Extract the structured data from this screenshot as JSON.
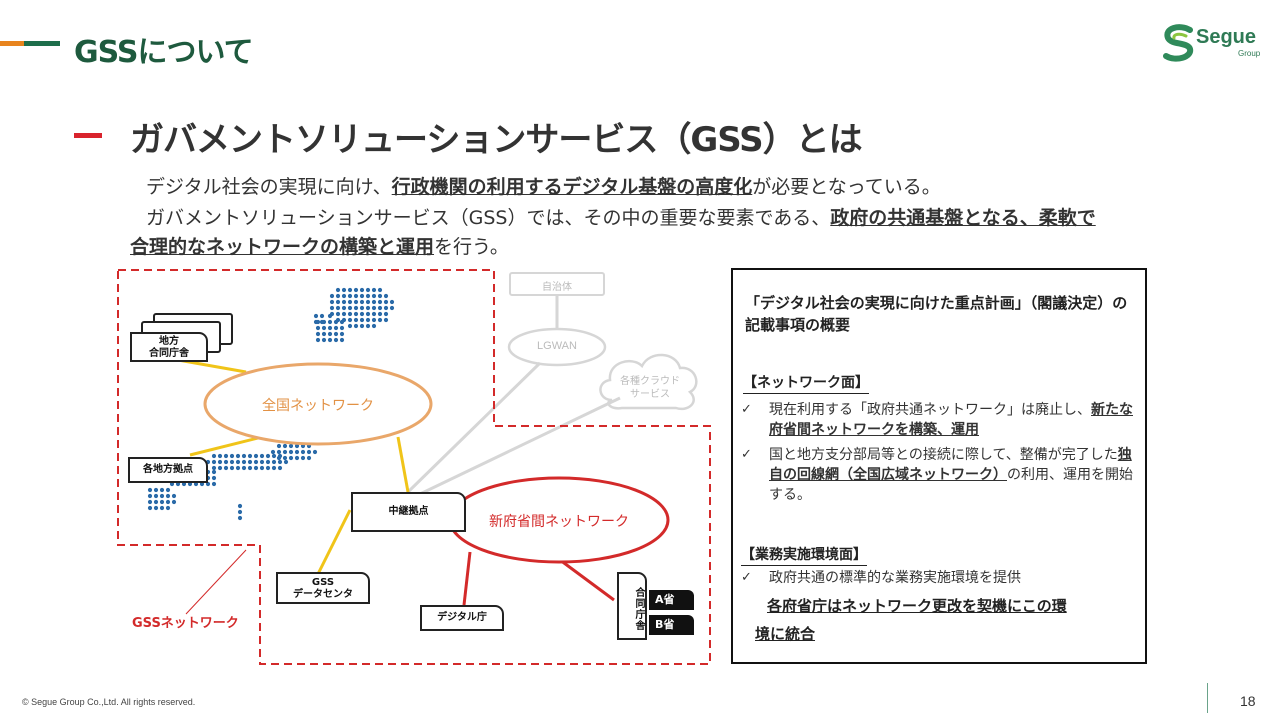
{
  "header": {
    "title": "GSSについて",
    "logo_text": "Segue",
    "logo_sub": "Group"
  },
  "section": {
    "title": "ガバメントソリューションサービス（GSS）とは"
  },
  "intro": {
    "p1_pre": "デジタル社会の実現に向け、",
    "p1_bold": "行政機関の利用するデジタル基盤の高度化",
    "p1_post": "が必要となっている。",
    "p2_pre": "ガバメントソリューションサービス（GSS）では、その中の重要な要素である、",
    "p2_bold": "政府の共通基盤となる、柔軟で",
    "p3_bold": "合理的なネットワークの構築と運用",
    "p3_post": "を行う。"
  },
  "diagram": {
    "jichitai": "自治体",
    "lgwan": "LGWAN",
    "cloud_line1": "各種クラウド",
    "cloud_line2": "サービス",
    "chiho_line1": "地方",
    "chiho_line2": "合同庁舎",
    "zenkoku": "全国ネットワーク",
    "kakuchiho": "各地方拠点",
    "chukei": "中継拠点",
    "shinfu": "新府省間ネットワーク",
    "gss_dc_line1": "GSS",
    "gss_dc_line2": "データセンタ",
    "digital": "デジタル庁",
    "godo": "合同庁舎",
    "a_sho": "A省",
    "b_sho": "B省",
    "gss_network": "GSSネットワーク"
  },
  "infobox": {
    "title": "「デジタル社会の実現に向けた重点計画」（閣議決定）の記載事項の概要",
    "net_head": "【ネットワーク面】",
    "item1_pre": "現在利用する「政府共通ネットワーク」は廃止し、",
    "item1_bold": "新たな府省間ネットワークを構築、運用",
    "item2_pre": "国と地方支分部局等との接続に際して、整備が完了した",
    "item2_bold": "独自の回線網（全国広域ネットワーク）",
    "item2_post": "の利用、運用を開始する。",
    "work_head": "【業務実施環境面】",
    "item3": "政府共通の標準的な業務実施環境を提供",
    "bold_line1": "各府省庁はネットワーク更改を契機にこの環",
    "bold_line2": "境に統合",
    "check": "✓"
  },
  "footer": {
    "copyright": "© Segue Group Co.,Ltd. All rights reserved.",
    "page": "18"
  },
  "colors": {
    "accent_green": "#1e5a3e",
    "accent_orange": "#e8841e",
    "accent_red": "#d9232d",
    "network_red": "#d32a2a",
    "network_orange": "#e9a76a",
    "line_yellow": "#f0c419",
    "map_blue": "#2a6aa8"
  }
}
